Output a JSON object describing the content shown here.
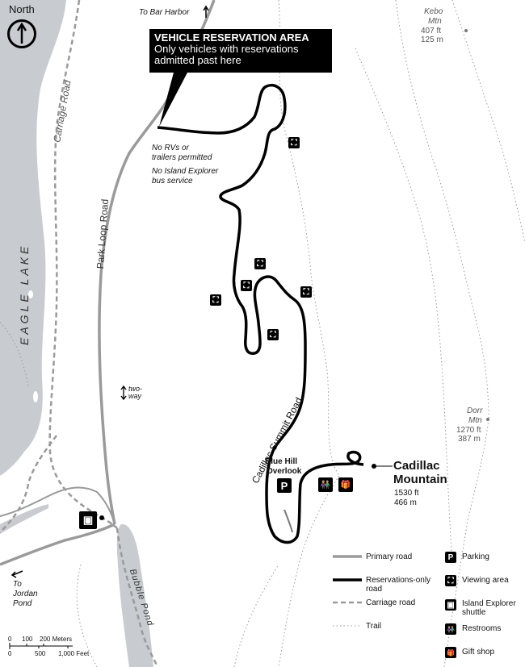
{
  "north_label": "North",
  "reservation_notice": {
    "title": "VEHICLE RESERVATION AREA",
    "line1": "Only vehicles with reservations",
    "line2": "admitted past here"
  },
  "restrictions": {
    "line1": "No RVs or",
    "line2": "trailers permitted",
    "line3": "No Island Explorer",
    "line4": "bus service"
  },
  "places": {
    "to_bar_harbor": "To Bar Harbor",
    "kebo_name": "Kebo",
    "kebo_name2": "Mtn",
    "kebo_ft": "407 ft",
    "kebo_m": "125 m",
    "dorr_name": "Dorr",
    "dorr_name2": "Mtn",
    "dorr_ft": "1270 ft",
    "dorr_m": "387 m",
    "cadillac_name": "Cadillac",
    "cadillac_name2": "Mountain",
    "cadillac_ft": "1530 ft",
    "cadillac_m": "466 m",
    "blue_hill": "Blue Hill",
    "overlook": "Overlook",
    "eagle_lake": "EAGLE    LAKE",
    "bubble_pond": "Bubble   Pond",
    "carriage_road": "Carriage Road",
    "park_loop_road": "Park Loop Road",
    "cadillac_summit_road": "Cadillac   Summit Road",
    "two_way": "two-",
    "two_way2": "way",
    "to_jordan_pond": "To",
    "to_jordan_pond2": "Jordan",
    "to_jordan_pond3": "Pond"
  },
  "icons": {
    "parking": "P",
    "viewing": "⛶",
    "shuttle": "▣",
    "restrooms": "👫",
    "gift": "🎁"
  },
  "legend": {
    "primary_road": "Primary road",
    "reservations_road_1": "Reservations-only",
    "reservations_road_2": "road",
    "carriage_road": "Carriage road",
    "trail": "Trail",
    "parking": "Parking",
    "viewing_area": "Viewing area",
    "shuttle_1": "Island Explorer",
    "shuttle_2": "shuttle",
    "restrooms": "Restrooms",
    "gift_shop": "Gift shop"
  },
  "scale": {
    "meters": [
      "0",
      "100",
      "200 Meters"
    ],
    "feet": [
      "0",
      "500",
      "1,000 Feet"
    ]
  },
  "colors": {
    "water": "#c8ccd0",
    "primary_road": "#9a9a9a",
    "reservation_road": "#000000",
    "trail": "#9a9a9a"
  }
}
